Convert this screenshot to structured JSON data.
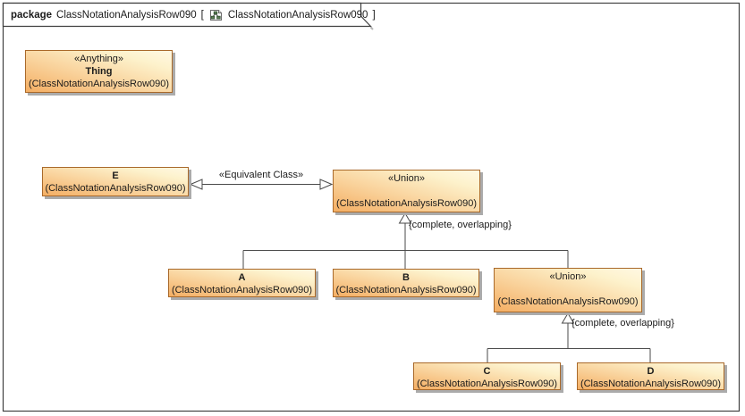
{
  "frame": {
    "kind_label": "package",
    "diagram_name": "ClassNotationAnalysisRow090",
    "bracket_open": "[",
    "tab_diagram_name": "ClassNotationAnalysisRow090",
    "bracket_close": "]"
  },
  "nodes": {
    "thing": {
      "stereotype": "«Anything»",
      "name": "Thing",
      "package": "(ClassNotationAnalysisRow090)"
    },
    "e": {
      "name": "E",
      "package": "(ClassNotationAnalysisRow090)"
    },
    "union1": {
      "stereotype": "«Union»",
      "name": "",
      "package": "(ClassNotationAnalysisRow090)"
    },
    "a": {
      "name": "A",
      "package": "(ClassNotationAnalysisRow090)"
    },
    "b": {
      "name": "B",
      "package": "(ClassNotationAnalysisRow090)"
    },
    "union2": {
      "stereotype": "«Union»",
      "name": "",
      "package": "(ClassNotationAnalysisRow090)"
    },
    "c": {
      "name": "C",
      "package": "(ClassNotationAnalysisRow090)"
    },
    "d": {
      "name": "D",
      "package": "(ClassNotationAnalysisRow090)"
    }
  },
  "edges": {
    "equivalent_class_label": "«Equivalent Class»",
    "constraint1": "{complete, overlapping}",
    "constraint2": "{complete, overlapping}"
  },
  "colors": {
    "node_fill_light": "#fff8e3",
    "node_fill_dark": "#f4ae63",
    "node_border": "#a9692a",
    "frame_border": "#404040",
    "edge_line": "#4a4a4a",
    "shadow": "#ababab"
  }
}
